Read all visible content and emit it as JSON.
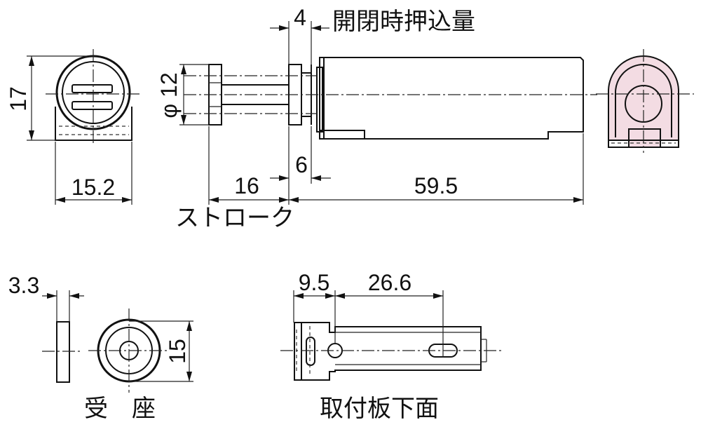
{
  "labels": {
    "pushin": "開閉時押込量",
    "stroke": "ストローク",
    "receiver": "受　座",
    "bottom": "取付板下面"
  },
  "dims": {
    "d4": "4",
    "d17": "17",
    "d12": "φ 12",
    "d6": "6",
    "d15_2": "15.2",
    "d16": "16",
    "d59_5": "59.5",
    "d3_3": "3.3",
    "d9_5": "9.5",
    "d26_6": "26.6",
    "d15": "15"
  },
  "colors": {
    "line": "#111111",
    "pad": "#f3dce3"
  }
}
